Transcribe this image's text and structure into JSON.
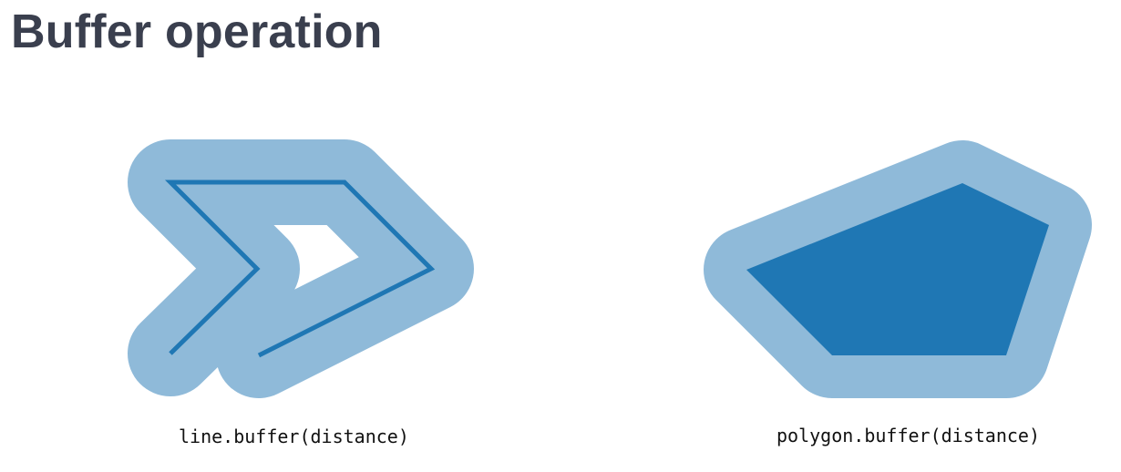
{
  "page": {
    "title": "Buffer operation"
  },
  "panels": [
    {
      "id": "line",
      "caption": "line.buffer(distance)",
      "geometry": "line",
      "buffered": true
    },
    {
      "id": "polygon",
      "caption": "polygon.buffer(distance)",
      "geometry": "polygon",
      "buffered": true
    }
  ],
  "colors": {
    "title_text": "#3a3f4e",
    "geometry": "#1f77b4",
    "buffer_fill": "#8fbad9",
    "caption_text": "#111111",
    "background": "#ffffff"
  }
}
